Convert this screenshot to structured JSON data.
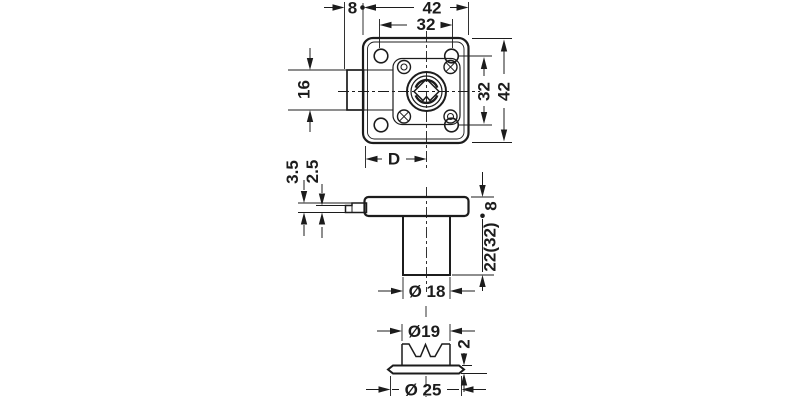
{
  "drawing": {
    "title": "furniture-lock-dimension-drawing",
    "colors": {
      "line": "#1c1c1c",
      "background": "#ffffff"
    },
    "front_view": {
      "dims": {
        "bolt_travel": "8",
        "case_width": "42",
        "hole_spacing_h": "32",
        "hole_spacing_v": "32",
        "case_height": "42",
        "bolt_height": "16",
        "backset": "D"
      }
    },
    "side_view": {
      "dims": {
        "bolt_step_outer": "3.5",
        "bolt_step_inner": "2.5",
        "case_depth": "8",
        "cylinder_length": "22(32)",
        "cylinder_diameter": "Ø 18"
      }
    },
    "cap_view": {
      "dims": {
        "inner_diameter": "Ø19",
        "rim_height": "2",
        "outer_diameter": "Ø 25"
      }
    }
  }
}
